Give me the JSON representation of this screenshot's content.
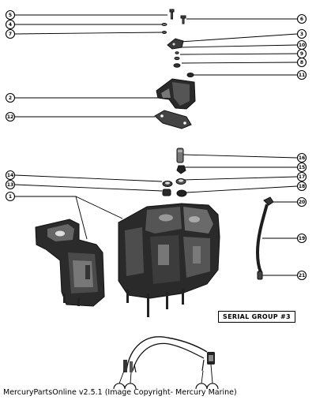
{
  "callouts": {
    "left": [
      "5",
      "4",
      "7",
      "2",
      "12",
      "14",
      "13",
      "1"
    ],
    "right": [
      "6",
      "3",
      "10",
      "9",
      "8",
      "11",
      "16",
      "15",
      "17",
      "18",
      "20",
      "19",
      "21"
    ]
  },
  "serial_label": "SERIAL GROUP #3",
  "credit": "MercuryPartsOnline v2.5.1 (Image Copyright- Mercury Marine)",
  "colors": {
    "ink": "#000000",
    "part_dark": "#2a2a2a",
    "part_mid": "#555555",
    "background": "#ffffff"
  }
}
